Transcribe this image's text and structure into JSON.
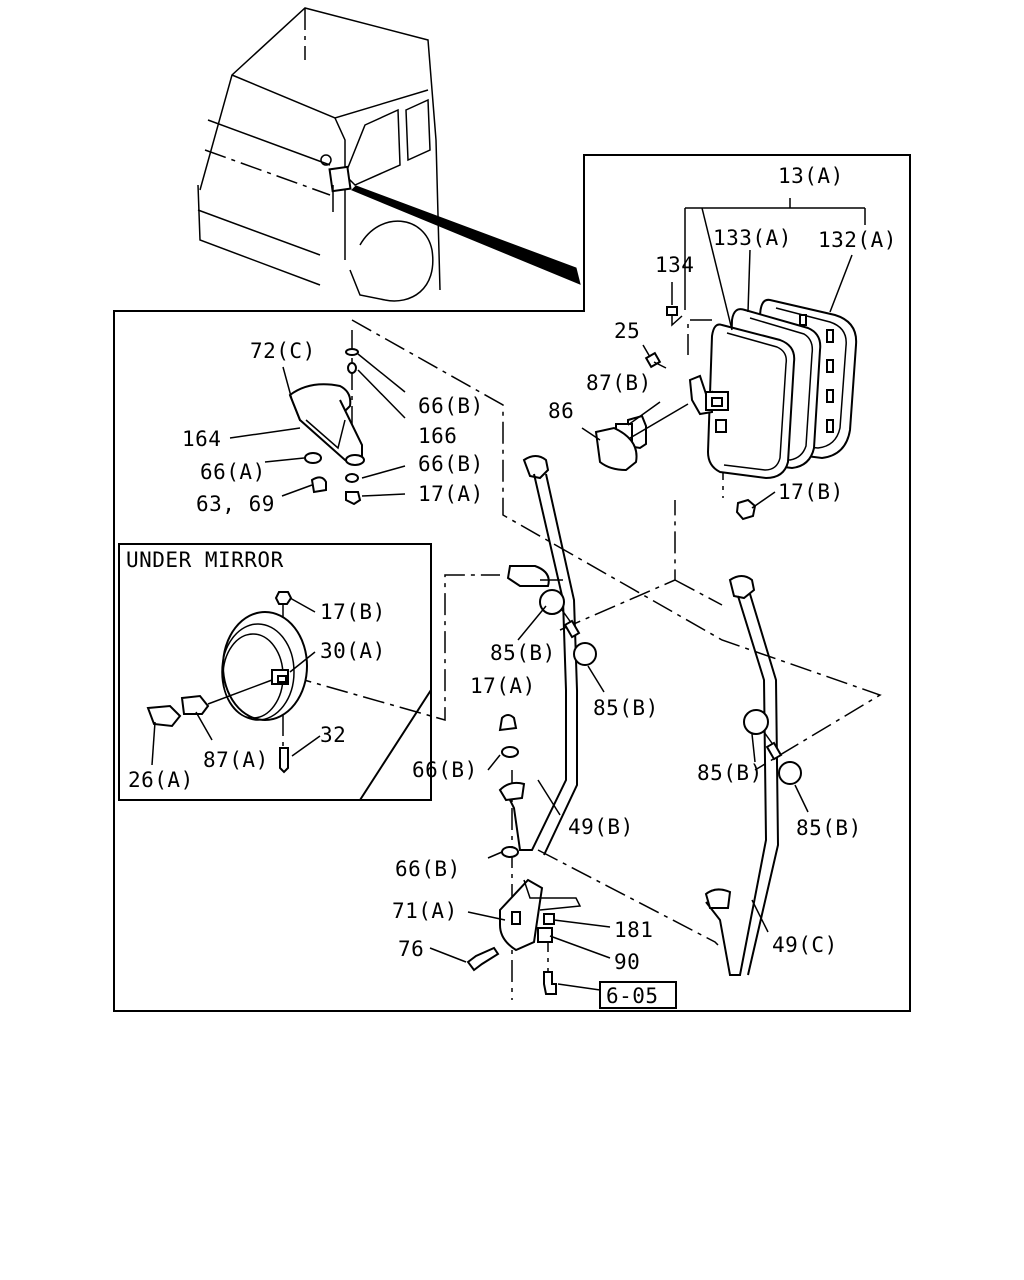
{
  "diagram": {
    "inset_title": "UNDER MIRROR",
    "reference_box": "6-05",
    "labels": {
      "l13a": "13(A)",
      "l133a": "133(A)",
      "l132a": "132(A)",
      "l134": "134",
      "l25": "25",
      "l87b": "87(B)",
      "l86": "86",
      "l17b_main": "17(B)",
      "l72c": "72(C)",
      "l66b_1": "66(B)",
      "l166": "166",
      "l164": "164",
      "l66a": "66(A)",
      "l66b_2": "66(B)",
      "l6369": "63, 69",
      "l17a_1": "17(A)",
      "l17b_inset": "17(B)",
      "l30a": "30(A)",
      "l32": "32",
      "l87a": "87(A)",
      "l26a": "26(A)",
      "l85b_1": "85(B)",
      "l85b_2": "85(B)",
      "l17a_2": "17(A)",
      "l66b_3": "66(B)",
      "l49b": "49(B)",
      "l66b_4": "66(B)",
      "l85b_3": "85(B)",
      "l85b_4": "85(B)",
      "l71a": "71(A)",
      "l181": "181",
      "l76": "76",
      "l90": "90",
      "l49c": "49(C)"
    }
  }
}
